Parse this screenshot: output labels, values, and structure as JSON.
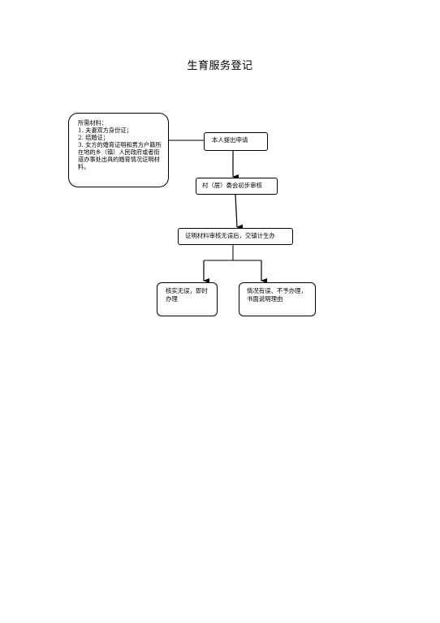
{
  "page": {
    "title": "生育服务登记"
  },
  "materials": {
    "heading": "所需材料：",
    "items": [
      "1. 夫妻双方身份证；",
      "2. 结婚证；",
      "3. 女方的婚育证明和男方户籍所在地的乡（镇）人民政府或者街道办事处出具的婚育情况证明材料。"
    ]
  },
  "flow": {
    "apply": "本人提出申请",
    "village": "村（居）委会初步审核",
    "review": "证明材料审核无误后，交镇计生办",
    "approved": "核实无误，即时办理",
    "rejected": "情况有误、不予办理，书面说明理由"
  }
}
